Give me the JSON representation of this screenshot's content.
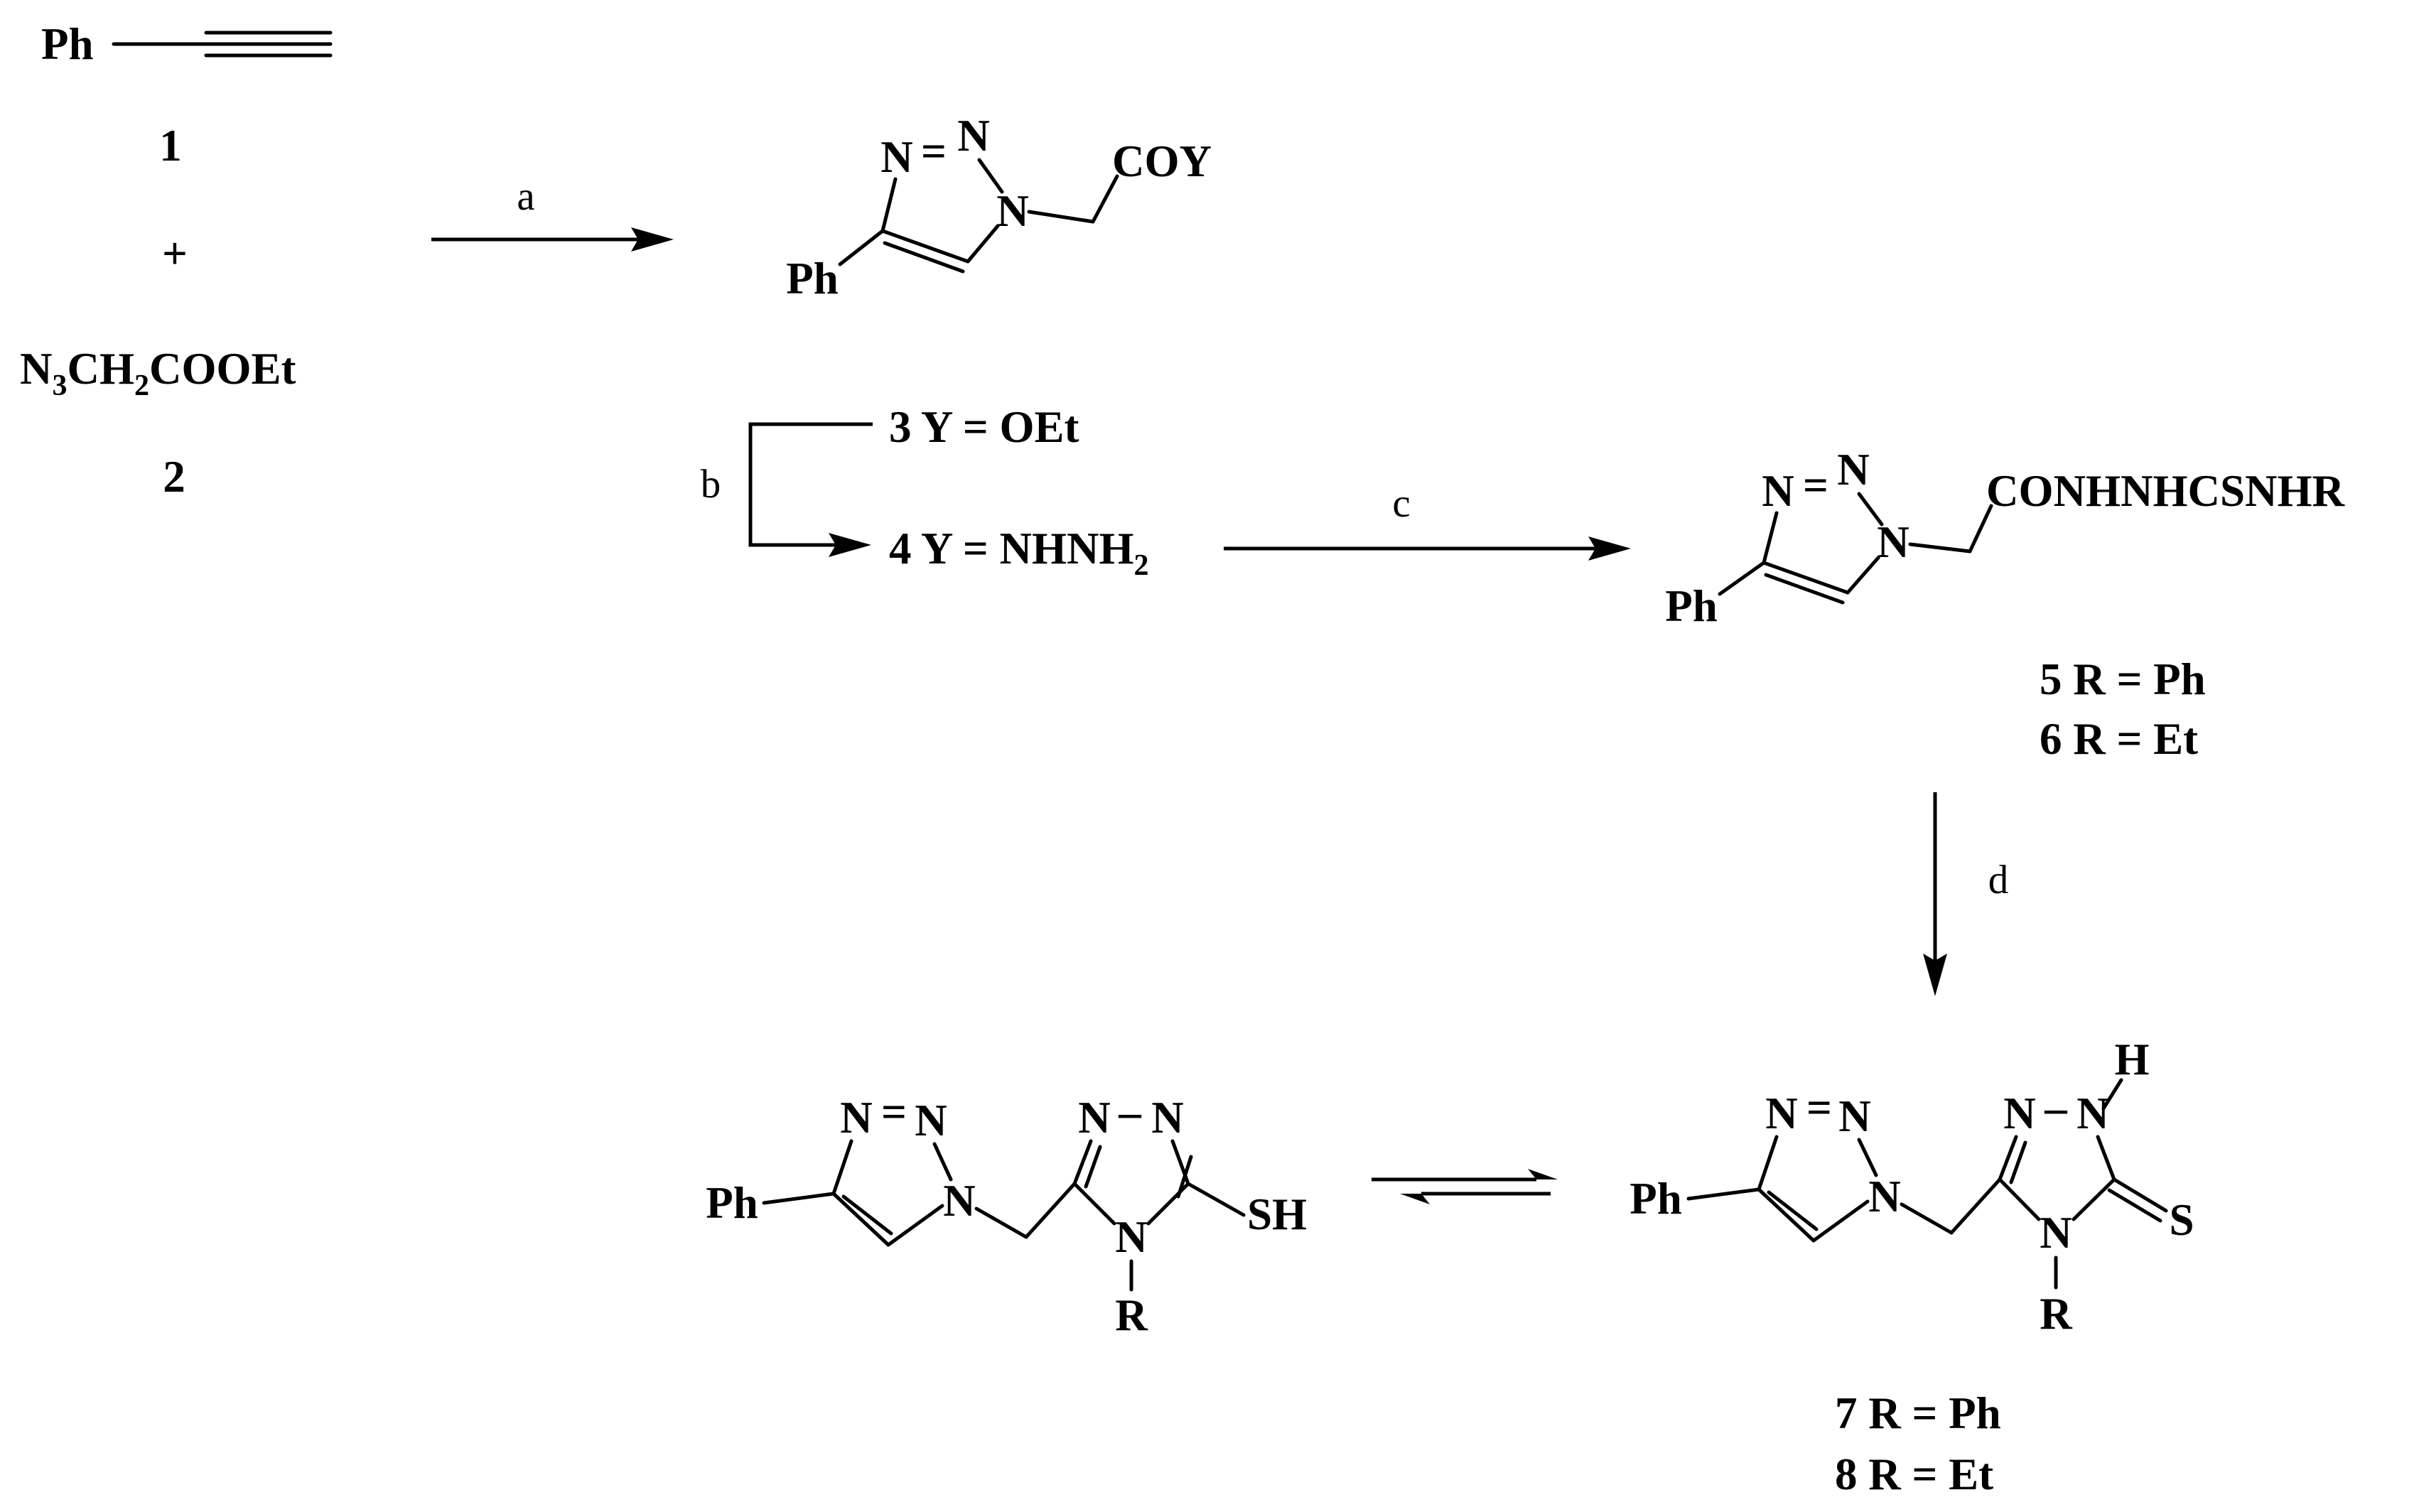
{
  "start": {
    "alkyne_ph": "Ph",
    "num_1": "1",
    "plus": "+",
    "azide_n": "N",
    "azide_sub3": "3",
    "azide_ch": "CH",
    "azide_sub2": "2",
    "azide_rest": "COOEt",
    "num_2": "2"
  },
  "reagents": {
    "a": "a",
    "b": "b",
    "c": "c",
    "d": "d"
  },
  "intermediate": {
    "n_eq_n_left": "N",
    "eq_sign": "=",
    "n_eq_n_right": "N",
    "n_ring": "N",
    "ph": "Ph",
    "coy": "COY"
  },
  "labels_34": {
    "l3": "3 Y = OEt",
    "l4_main": "4 Y = NHNH",
    "l4_sub": "2"
  },
  "thiosemicarbazide": {
    "n_eq_n_left": "N",
    "eq_sign": "=",
    "n_eq_n_right": "N",
    "n_ring": "N",
    "ph": "Ph",
    "chain": "CONHNHCSNHR",
    "l5": "5 R = Ph",
    "l6": "6 R = Et"
  },
  "thiol": {
    "tz_left": "N",
    "tz_eq": "=",
    "tz_right": "N",
    "tz_n1": "N",
    "ph": "Ph",
    "tr_n_left": "N",
    "tr_dash": "–",
    "tr_n_right": "N",
    "tr_n4": "N",
    "r": "R",
    "sh": "SH"
  },
  "thione": {
    "tz_left": "N",
    "tz_eq": "=",
    "tz_right": "N",
    "tz_n1": "N",
    "ph": "Ph",
    "tr_n_left": "N",
    "tr_dash": "–",
    "tr_n_right": "N",
    "h": "H",
    "tr_n4": "N",
    "r": "R",
    "s": "S",
    "l7": "7 R = Ph",
    "l8": "8 R = Et"
  }
}
